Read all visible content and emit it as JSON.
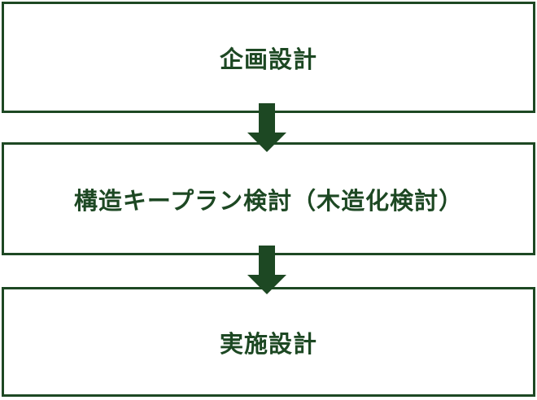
{
  "diagram": {
    "steps": [
      {
        "label": "企画設計"
      },
      {
        "label": "構造キープラン検討（木造化検討）"
      },
      {
        "label": "実施設計"
      }
    ],
    "connector_icon": "down-arrow-icon"
  },
  "colors": {
    "accent-green": "#1d4823",
    "box-bg": "#ffffff",
    "page-bg": "#ffffff"
  }
}
